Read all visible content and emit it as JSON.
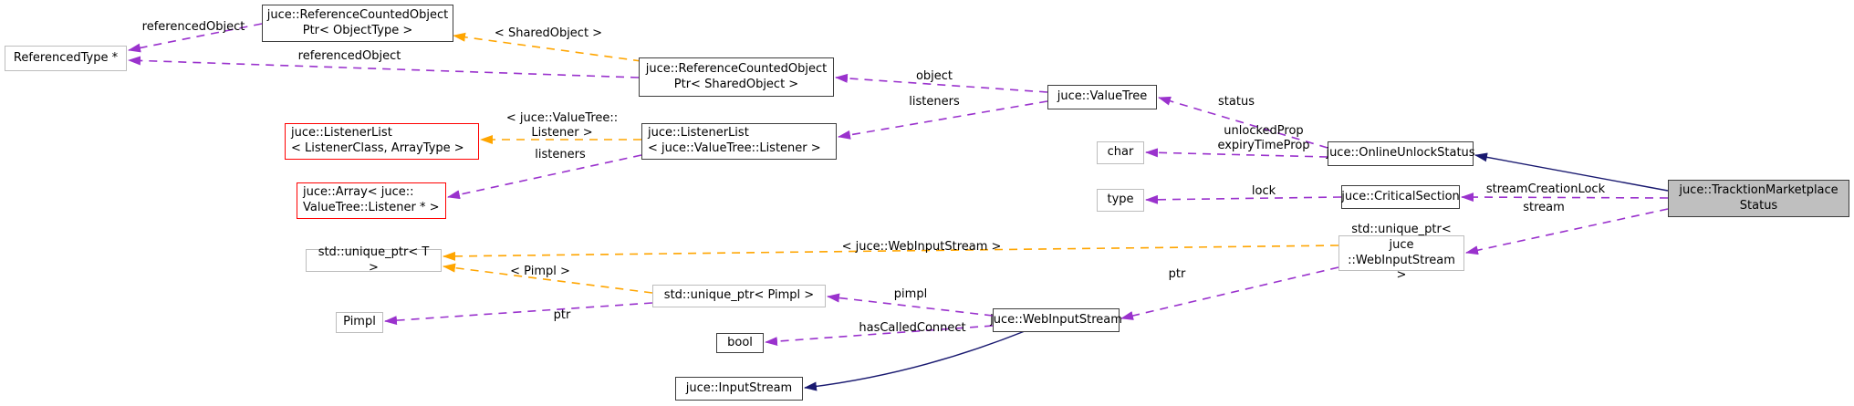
{
  "nodes": {
    "referencedType": {
      "label": "ReferencedType *"
    },
    "rcopObjectType": {
      "label": "juce::ReferenceCountedObject\nPtr< ObjectType >"
    },
    "rcopSharedObject": {
      "label": "juce::ReferenceCountedObject\nPtr< SharedObject >"
    },
    "valueTree": {
      "label": "juce::ValueTree"
    },
    "listenerListTemplate": {
      "label": "juce::ListenerList\n< ListenerClass, ArrayType >"
    },
    "listenerListValueTree": {
      "label": "juce::ListenerList\n< juce::ValueTree::Listener >"
    },
    "arrayValueTreeListener": {
      "label": "juce::Array< juce::\nValueTree::Listener * >"
    },
    "charType": {
      "label": "char"
    },
    "typeType": {
      "label": "type"
    },
    "onlineUnlockStatus": {
      "label": "juce::OnlineUnlockStatus"
    },
    "criticalSection": {
      "label": "juce::CriticalSection"
    },
    "tracktionMarketplaceStatus": {
      "label": "juce::TracktionMarketplace\nStatus"
    },
    "uniquePtrWebInputStream": {
      "label": "std::unique_ptr< juce\n::WebInputStream >"
    },
    "uniquePtrT": {
      "label": "std::unique_ptr< T >"
    },
    "uniquePtrPimpl": {
      "label": "std::unique_ptr< Pimpl >"
    },
    "pimpl": {
      "label": "Pimpl"
    },
    "webInputStream": {
      "label": "juce::WebInputStream"
    },
    "boolType": {
      "label": "bool"
    },
    "inputStream": {
      "label": "juce::InputStream"
    }
  },
  "edge_labels": {
    "referencedObject1": "referencedObject",
    "referencedObject2": "referencedObject",
    "tmplSharedObject": "< SharedObject >",
    "object": "object",
    "listenersValueTree": "listeners",
    "tmplValueTreeListener": "< juce::ValueTree::\nListener >",
    "listenersListenerList": "listeners",
    "status": "status",
    "unlockedExpiryProps": "unlockedProp\nexpiryTimeProp",
    "lock": "lock",
    "streamCreationLock": "streamCreationLock",
    "stream": "stream",
    "tmplWebInputStream": "< juce::WebInputStream >",
    "tmplPimpl": "< Pimpl >",
    "ptrPimpl": "ptr",
    "ptrWebInputStream": "ptr",
    "pimplMember": "pimpl",
    "hasCalledConnect": "hasCalledConnect"
  },
  "colors": {
    "usage_edge": "#9a32cd",
    "template_edge": "#ffa500",
    "inheritance_edge": "#191970",
    "highlight_fill": "#bfbfbf"
  }
}
